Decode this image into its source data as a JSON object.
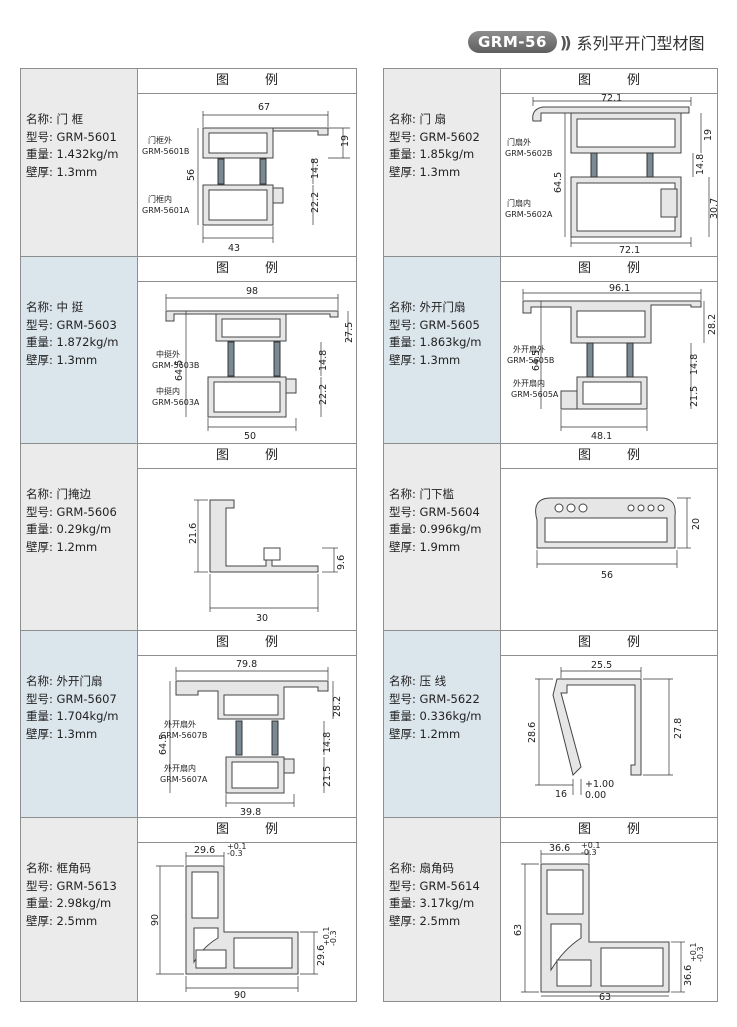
{
  "header": {
    "badge": "GRM-56",
    "chevrons": "))",
    "title": "系列平开门型材图"
  },
  "figure_title": "图例",
  "cells": [
    {
      "id": "5601",
      "name": "名称: 门 框",
      "model": "型号: GRM-5601",
      "weight": "重量: 1.432kg/m",
      "thickness": "壁厚: 1.3mm",
      "dims": [
        "67",
        "19",
        "56",
        "14.8",
        "22.2",
        "43"
      ],
      "labels": [
        "门框外",
        "GRM-5601B",
        "门框内",
        "GRM-5601A"
      ]
    },
    {
      "id": "5602",
      "name": "名称: 门 扇",
      "model": "型号: GRM-5602",
      "weight": "重量: 1.85kg/m",
      "thickness": "壁厚: 1.3mm",
      "dims": [
        "72.1",
        "19",
        "64.5",
        "14.8",
        "30.7",
        "72.1"
      ],
      "labels": [
        "门扇外",
        "GRM-5602B",
        "门扇内",
        "GRM-5602A"
      ]
    },
    {
      "id": "5603",
      "name": "名称: 中 挺",
      "model": "型号: GRM-5603",
      "weight": "重量: 1.872kg/m",
      "thickness": "壁厚: 1.3mm",
      "dims": [
        "98",
        "27.5",
        "64.5",
        "14.8",
        "22.2",
        "50"
      ],
      "labels": [
        "中挺外",
        "GRM-5603B",
        "中挺内",
        "GRM-5603A"
      ]
    },
    {
      "id": "5605",
      "name": "名称: 外开门扇",
      "model": "型号: GRM-5605",
      "weight": "重量: 1.863kg/m",
      "thickness": "壁厚: 1.3mm",
      "dims": [
        "96.1",
        "28.2",
        "64.5",
        "14.8",
        "21.5",
        "48.1"
      ],
      "labels": [
        "外开扇外",
        "GRM-5605B",
        "外开扇内",
        "GRM-5605A"
      ]
    },
    {
      "id": "5606",
      "name": "名称: 门掩边",
      "model": "型号: GRM-5606",
      "weight": "重量: 0.29kg/m",
      "thickness": "壁厚: 1.2mm",
      "dims": [
        "21.6",
        "9.6",
        "30"
      ],
      "labels": []
    },
    {
      "id": "5604",
      "name": "名称: 门下槛",
      "model": "型号: GRM-5604",
      "weight": "重量: 0.996kg/m",
      "thickness": "壁厚: 1.9mm",
      "dims": [
        "20",
        "56"
      ],
      "labels": []
    },
    {
      "id": "5607",
      "name": "名称: 外开门扇",
      "model": "型号: GRM-5607",
      "weight": "重量: 1.704kg/m",
      "thickness": "壁厚: 1.3mm",
      "dims": [
        "79.8",
        "28.2",
        "64.5",
        "14.8",
        "21.5",
        "39.8"
      ],
      "labels": [
        "外开扇外",
        "GRM-5607B",
        "外开扇内",
        "GRM-5607A"
      ]
    },
    {
      "id": "5622",
      "name": "名称: 压 线",
      "model": "型号: GRM-5622",
      "weight": "重量: 0.336kg/m",
      "thickness": "壁厚: 1.2mm",
      "dims": [
        "25.5",
        "28.6",
        "27.8",
        "16",
        "+1.00",
        "0.00"
      ],
      "labels": []
    },
    {
      "id": "5613",
      "name": "名称: 框角码",
      "model": "型号: GRM-5613",
      "weight": "重量: 2.98kg/m",
      "thickness": "壁厚: 2.5mm",
      "dims": [
        "29.6",
        "+0.1",
        "-0.3",
        "90",
        "29.6",
        "+0.1",
        "-0.3",
        "90"
      ],
      "labels": []
    },
    {
      "id": "5614",
      "name": "名称: 扇角码",
      "model": "型号: GRM-5614",
      "weight": "重量: 3.17kg/m",
      "thickness": "壁厚: 2.5mm",
      "dims": [
        "36.6",
        "+0.1",
        "-0.3",
        "63",
        "36.6",
        "+0.1",
        "-0.3",
        "63"
      ],
      "labels": []
    }
  ]
}
